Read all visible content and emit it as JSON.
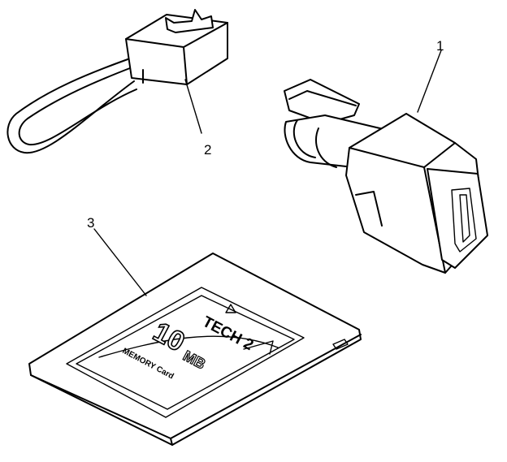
{
  "callouts": [
    {
      "id": "1",
      "label": "1"
    },
    {
      "id": "2",
      "label": "2"
    },
    {
      "id": "3",
      "label": "3"
    }
  ],
  "memory_card": {
    "brand": "TECH 2",
    "capacity_number": "10",
    "capacity_unit": "MB",
    "caption": "MEMORY Card"
  },
  "colors": {
    "stroke": "#000000",
    "background": "#ffffff"
  }
}
